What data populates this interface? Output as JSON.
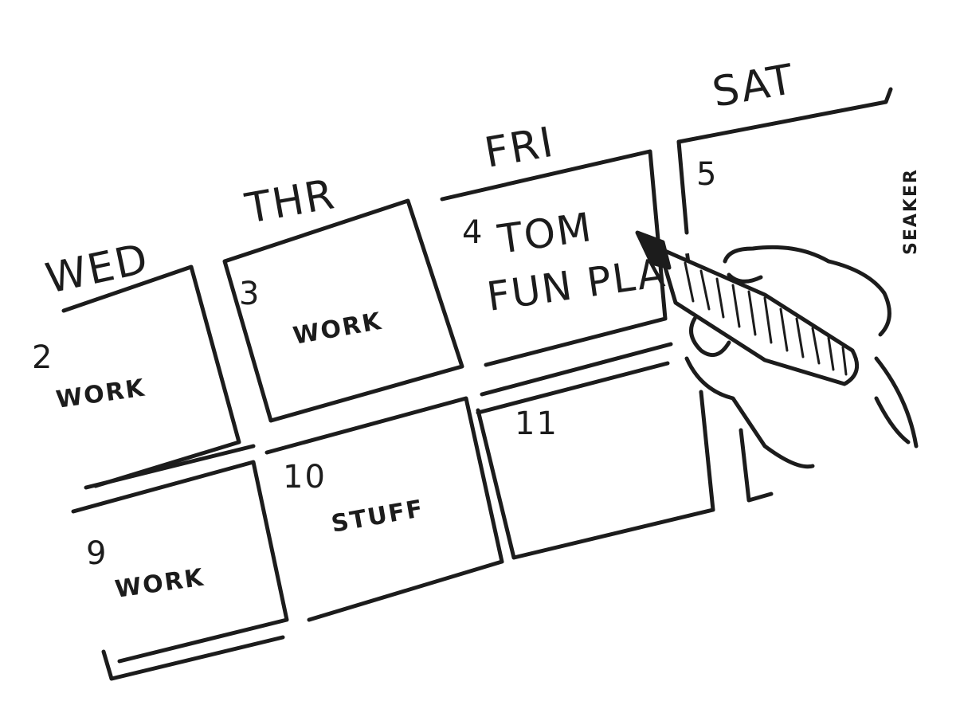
{
  "days": {
    "wed": "WED",
    "thr": "THR",
    "fri": "FRI",
    "sat": "SAT"
  },
  "cells": {
    "c2": {
      "number": "2",
      "entry": "WORK"
    },
    "c3": {
      "number": "3",
      "entry": "WORK"
    },
    "c4": {
      "number": "4",
      "entry_line1": "TOM",
      "entry_line2": "FUN PLAN"
    },
    "c5": {
      "number": "5"
    },
    "c9": {
      "number": "9",
      "entry": "WORK"
    },
    "c10": {
      "number": "10",
      "entry": "STUFF"
    },
    "c11": {
      "number": "11"
    }
  },
  "signature": "SEAKER"
}
